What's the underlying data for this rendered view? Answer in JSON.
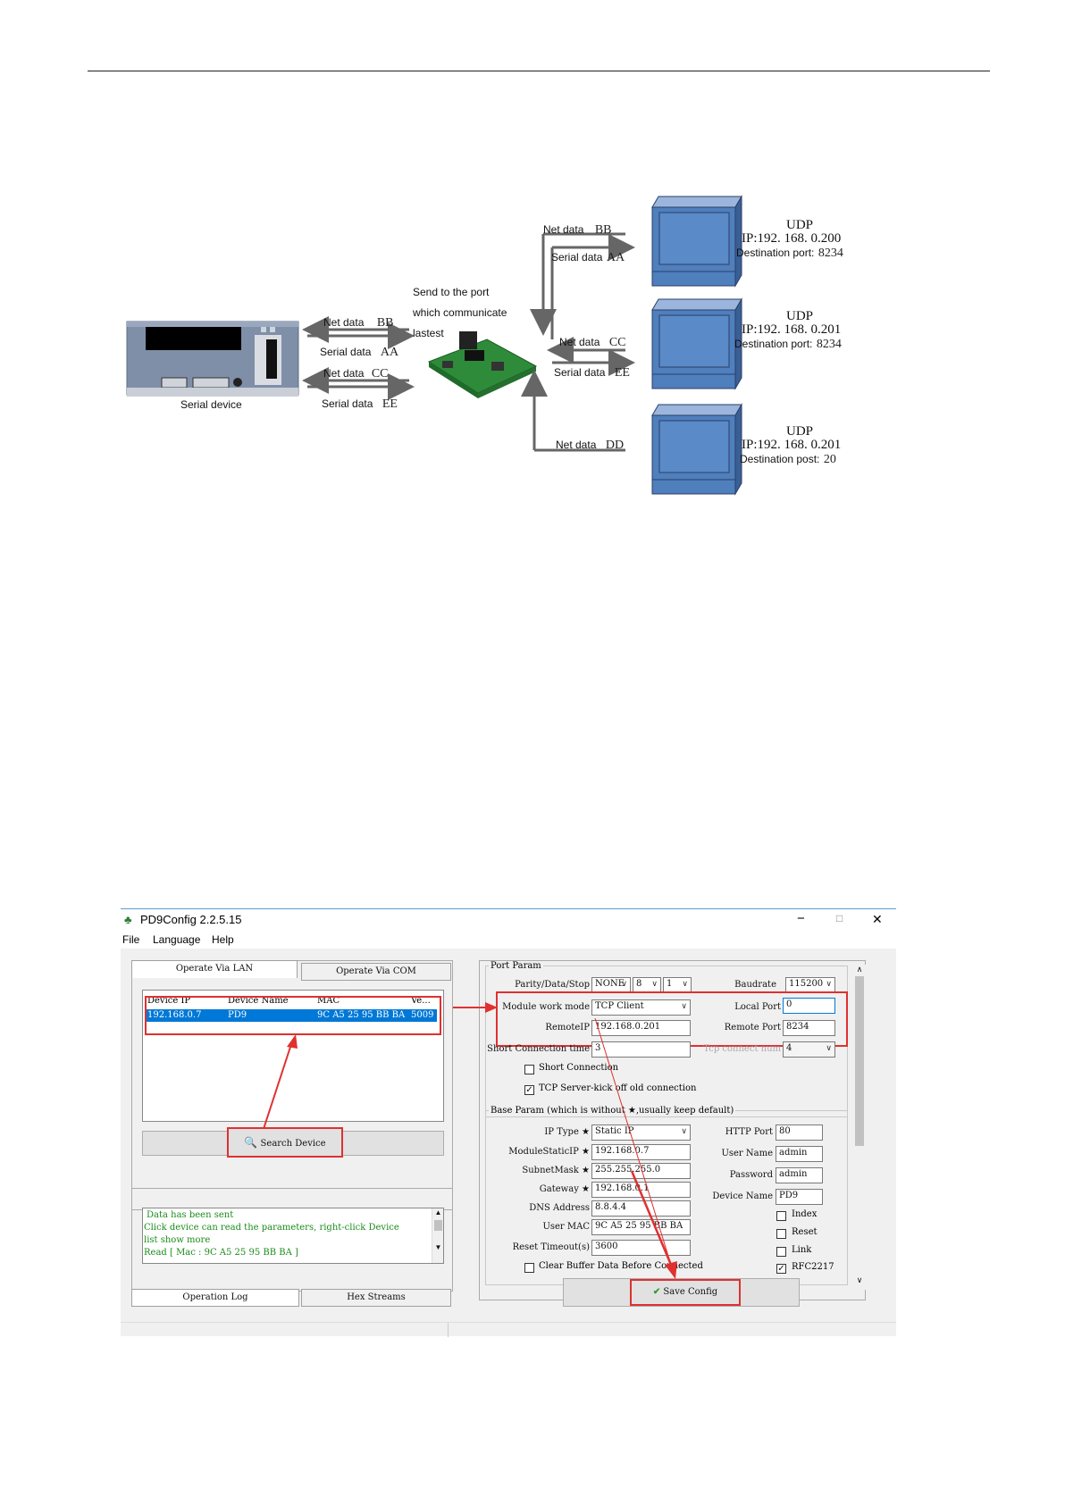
{
  "diagram": {
    "serial_device_label": "Serial device",
    "left_arrows": [
      {
        "label": "Net data",
        "value": "BB"
      },
      {
        "label": "Serial data",
        "value": "AA"
      },
      {
        "label": "Net data",
        "value": "CC"
      },
      {
        "label": "Serial data",
        "value": "EE"
      }
    ],
    "module_text": [
      "Send to the port",
      "which communicate",
      "lastest"
    ],
    "pcs": [
      {
        "protocol": "UDP",
        "ip": "IP:192. 168. 0.200",
        "dest_label": "Destination port:",
        "dest_port": "8234",
        "net_label": "Net data",
        "net_value": "BB",
        "serial_label": "Serial data",
        "serial_value": "AA"
      },
      {
        "protocol": "UDP",
        "ip": "IP:192. 168. 0.201",
        "dest_label": "Destination port:",
        "dest_port": "8234",
        "net_label": "Net data",
        "net_value": "CC",
        "serial_label": "Serial data",
        "serial_value": "EE"
      },
      {
        "protocol": "UDP",
        "ip": "IP:192. 168. 0.201",
        "dest_label": "Destination post:",
        "dest_port": "20",
        "net_label": "Net data",
        "net_value": "DD"
      }
    ]
  },
  "app": {
    "title": "PD9Config 2.2.5.15",
    "menu": [
      "File",
      "Language",
      "Help"
    ],
    "window_controls": {
      "minimize": "−",
      "maximize": "□",
      "close": "✕"
    },
    "tabs_top": [
      "Operate Via LAN",
      "Operate Via COM"
    ],
    "device_table": {
      "columns": [
        "Device IP",
        "Device Name",
        "MAC",
        "Ve..."
      ],
      "rows": [
        [
          "192.168.0.7",
          "PD9",
          "9C A5 25 95 BB BA",
          "5009"
        ]
      ]
    },
    "search_button": "Search Device",
    "log_lines": [
      "Data has been sent",
      "Click device can read the parameters, right-click Device",
      "list show more",
      "Read [ Mac : 9C A5 25 95 BB BA ]"
    ],
    "tabs_bottom": [
      "Operation Log",
      "Hex Streams"
    ],
    "port_param": {
      "group_title": "Port Param",
      "parity_label": "Parity/Data/Stop",
      "parity_value": "NONE",
      "data_value": "8",
      "stop_value": "1",
      "baudrate_label": "Baudrate",
      "baudrate_value": "115200",
      "work_mode_label": "Module work mode",
      "work_mode_value": "TCP Client",
      "local_port_label": "Local Port",
      "local_port_value": "0",
      "remote_ip_label": "RemoteIP",
      "remote_ip_value": "192.168.0.201",
      "remote_port_label": "Remote Port",
      "remote_port_value": "8234",
      "short_conn_time_label": "Short Connection time",
      "short_conn_time_value": "3",
      "tcp_connect_num_label": "Tcp connect num",
      "tcp_connect_num_value": "4",
      "short_connection_label": "Short Connection",
      "short_connection_checked": false,
      "kick_label": "TCP Server-kick off old connection",
      "kick_checked": true
    },
    "base_param": {
      "group_title": "Base Param (which is without ★,usually keep default)",
      "ip_type_label": "IP Type ★",
      "ip_type_value": "Static IP",
      "static_ip_label": "ModuleStaticIP ★",
      "static_ip_value": "192.168.0.7",
      "subnet_label": "SubnetMask ★",
      "subnet_value": "255.255.255.0",
      "gateway_label": "Gateway ★",
      "gateway_value": "192.168.0.1",
      "dns_label": "DNS Address",
      "dns_value": "8.8.4.4",
      "mac_label": "User MAC",
      "mac_value": "9C A5 25 95 BB BA",
      "reset_timeout_label": "Reset Timeout(s)",
      "reset_timeout_value": "3600",
      "clear_buffer_label": "Clear Buffer Data Before Connected",
      "http_port_label": "HTTP Port",
      "http_port_value": "80",
      "user_name_label": "User Name",
      "user_name_value": "admin",
      "password_label": "Password",
      "password_value": "admin",
      "device_name_label": "Device Name",
      "device_name_value": "PD9",
      "index_label": "Index",
      "reset_label": "Reset",
      "link_label": "Link",
      "rfc_label": "RFC2217",
      "rfc_checked": true
    },
    "save_button": "Save Config",
    "colors": {
      "selection": "#0078d7",
      "highlight": "#e03030",
      "monitor_blue": "#4f7fbd"
    }
  }
}
